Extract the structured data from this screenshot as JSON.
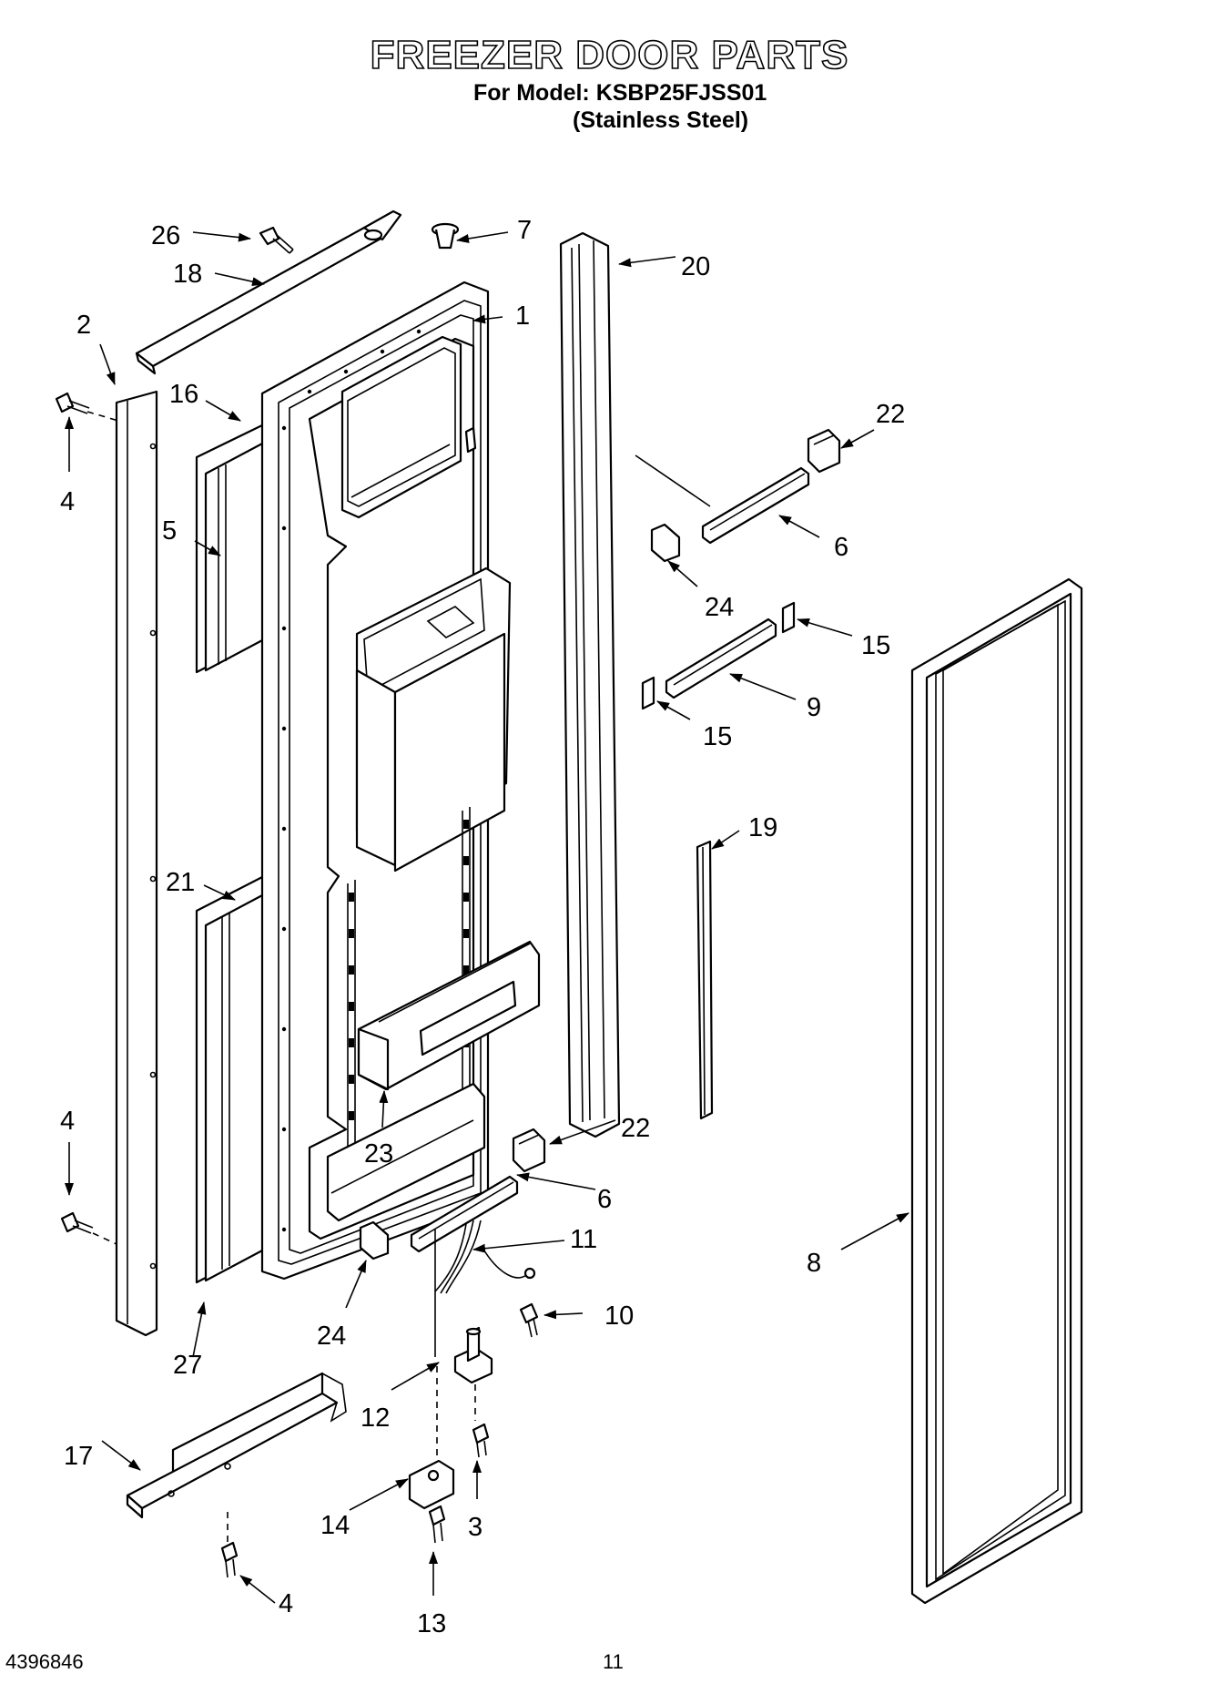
{
  "header": {
    "title": "FREEZER DOOR PARTS",
    "model_line": "For Model: KSBP25FJSS01",
    "finish_line": "(Stainless Steel)"
  },
  "footer": {
    "doc_number": "4396846",
    "page_number": "11"
  },
  "callouts": {
    "c1": "1",
    "c2": "2",
    "c3": "3",
    "c4a": "4",
    "c4b": "4",
    "c4c": "4",
    "c5": "5",
    "c6a": "6",
    "c6b": "6",
    "c7": "7",
    "c8": "8",
    "c9": "9",
    "c10": "10",
    "c11": "11",
    "c12": "12",
    "c13": "13",
    "c14": "14",
    "c15a": "15",
    "c15b": "15",
    "c16": "16",
    "c17": "17",
    "c18": "18",
    "c19": "19",
    "c20": "20",
    "c21": "21",
    "c22a": "22",
    "c22b": "22",
    "c23": "23",
    "c24a": "24",
    "c24b": "24",
    "c26": "26",
    "c27": "27"
  }
}
